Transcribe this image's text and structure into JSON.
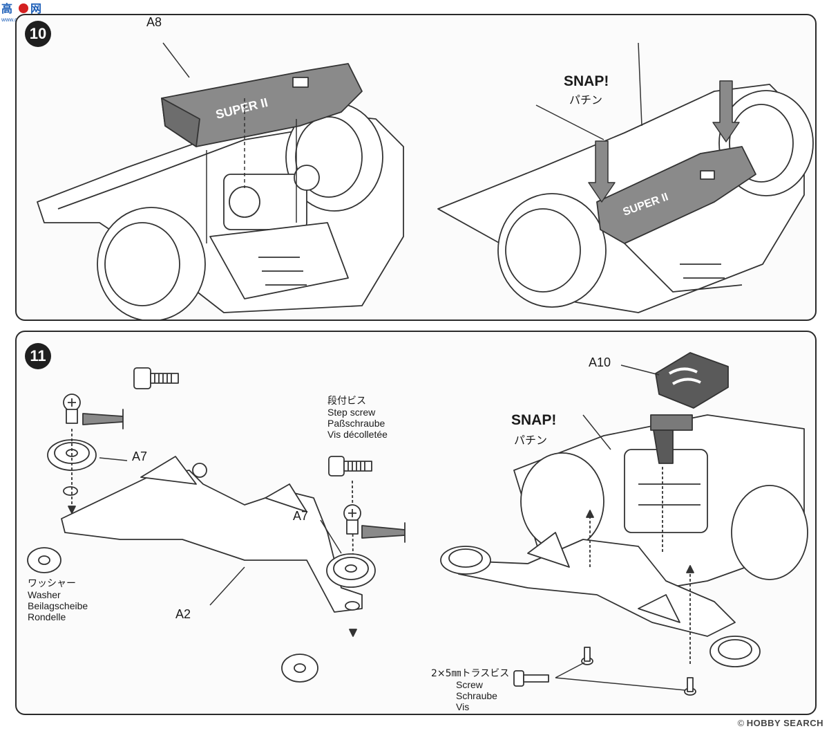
{
  "watermark_top_left": {
    "text": "高 网",
    "sub": "WWW.SHUAI.COM"
  },
  "watermark_bottom_right": {
    "copyright": "©",
    "brand": "HOBBY SEARCH"
  },
  "step10": {
    "number": "10",
    "part_label": "A8",
    "snap_en": "SNAP!",
    "snap_jp": "パチン"
  },
  "step11": {
    "number": "11",
    "labels": {
      "a7_left": "A7",
      "a7_center": "A7",
      "a2": "A2",
      "a10": "A10"
    },
    "washer": {
      "jp": "ワッシャー",
      "en": "Washer",
      "de": "Beilagscheibe",
      "fr": "Rondelle"
    },
    "step_screw": {
      "jp": "段付ビス",
      "en": "Step screw",
      "de": "Paßschraube",
      "fr": "Vis décolletée"
    },
    "screw": {
      "jp": "2×5㎜トラスビス",
      "en": "Screw",
      "de": "Schraube",
      "fr": "Vis"
    },
    "snap_en": "SNAP!",
    "snap_jp": "パチン"
  }
}
